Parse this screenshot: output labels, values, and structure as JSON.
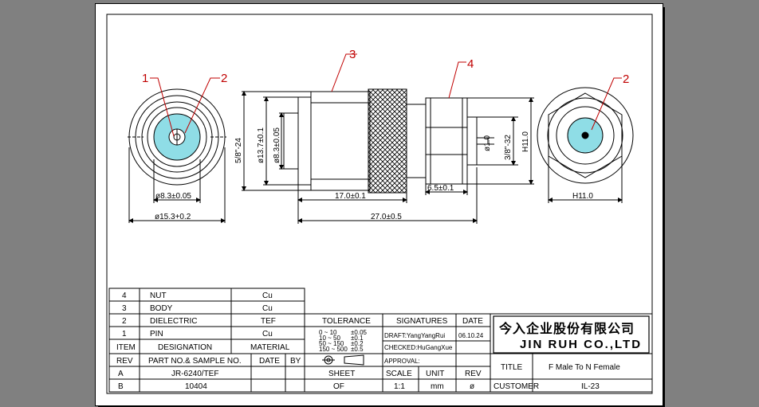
{
  "colors": {
    "background": "#808080",
    "sheet": "#ffffff",
    "cyan_fill": "#8fdde6",
    "leader": "#c00000",
    "line": "#000000"
  },
  "callouts": {
    "c1": "1",
    "c2": "2",
    "c3": "3",
    "c4": "4",
    "c2b": "2"
  },
  "dimensions": {
    "front_inner": "ø8.3±0.05",
    "front_outer": "ø15.3+0.2",
    "thread_body": "5/8\"-24",
    "body_dia": "ø13.7±0.1",
    "diel_dia": "ø8.3±0.05",
    "len_17": "17.0±0.1",
    "len_27": "27.0±0.5",
    "len_6_5": "6.5±0.1",
    "pin_dia": "ø1.0",
    "thread_nut": "3/8\"-32",
    "hex_side": "H11.0",
    "hex_bottom": "H11.0"
  },
  "bom": {
    "rows": [
      {
        "item": "4",
        "designation": "NUT",
        "material": "Cu"
      },
      {
        "item": "3",
        "designation": "BODY",
        "material": "Cu"
      },
      {
        "item": "2",
        "designation": "DIELECTRIC",
        "material": "TEF"
      },
      {
        "item": "1",
        "designation": "PIN",
        "material": "Cu"
      }
    ],
    "header": {
      "item": "ITEM",
      "designation": "DESIGNATION",
      "material": "MATERIAL"
    }
  },
  "rev_table": {
    "header": {
      "rev": "REV",
      "part": "PART NO.& SAMPLE NO.",
      "date": "DATE",
      "by": "BY"
    },
    "rows": [
      {
        "rev": "A",
        "part": "JR-6240/TEF"
      },
      {
        "rev": "B",
        "part": "10404"
      }
    ]
  },
  "tolerance": {
    "label": "TOLERANCE",
    "table_lines": [
      "0 ~ 10",
      "10 ~ 50",
      "50 ~ 150",
      "150 ~ 500"
    ],
    "table_values": [
      "±0.05",
      "±0.1",
      "±0.2",
      "±0.5"
    ]
  },
  "signatures": {
    "label": "SIGNATURES",
    "date_label": "DATE",
    "draft": "DRAFT:YangYangRui",
    "checked": "CHECKED:HuGangXue",
    "approval": "APPROVAL:",
    "date": "06.10.24"
  },
  "sheet_info": {
    "sheet_label": "SHEET",
    "scale_label": "SCALE",
    "unit_label": "UNIT",
    "rev_label": "REV",
    "sheet_value": "OF",
    "scale_value": "1:1",
    "unit_value": "mm",
    "rev_value": "ø"
  },
  "company": {
    "cn": "今入企业股份有限公司",
    "en": "JIN RUH CO.,LTD"
  },
  "title_block": {
    "title_label": "TITLE",
    "title_value": "F Male To N Female",
    "customer_label": "CUSTOMER",
    "customer_value": "IL-23"
  }
}
